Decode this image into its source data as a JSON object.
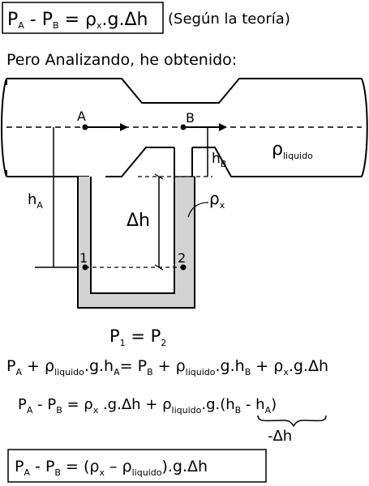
{
  "header": {
    "formula": {
      "PA": "P",
      "A": "A",
      "minus": " - ",
      "PB": "P",
      "B": "B",
      "eq": " = ",
      "rho": "ρ",
      "x": "x",
      "rest": ".g.",
      "delta": "Δh"
    },
    "note": "(Según la teoría)"
  },
  "subtitle": "Pero Analizando, he obtenido:",
  "diagram": {
    "point_a": "A",
    "point_b": "B",
    "hA": "h",
    "hA_sub": "A",
    "hB": "h",
    "hB_sub": "B",
    "rho_liquid": "ρ",
    "rho_liquid_sub": "liquido",
    "delta_h": "Δh",
    "rho_x": "ρ",
    "rho_x_sub": "x",
    "point_1": "1",
    "point_2": "2"
  },
  "equations": {
    "eq1": {
      "P": "P",
      "s1": "1",
      "eq": " = ",
      "s2": "2"
    },
    "eq2": {
      "PA": "P",
      "A": "A",
      "plus1": " + ",
      "rho1": "ρ",
      "liq1": "liquido",
      "gh1": ".g.h",
      "A2": "A",
      "eq": "= ",
      "PB": "P",
      "B": "B",
      "plus2": " + ",
      "rho2": "ρ",
      "liq2": "liquido",
      "gh2": ".g.h",
      "B2": "B",
      "plus3": "  + ",
      "rho3": "ρ",
      "x3": "x",
      "rest3": ".g.Δh"
    },
    "eq3": {
      "PA": "P",
      "A": "A",
      "minus": " - ",
      "PB": "P",
      "B": "B",
      "eq": " = ",
      "rho1": "ρ",
      "x1": "x",
      "mid": " .g.Δh + ",
      "rho2": "ρ",
      "liq2": "liquido",
      "g": ".g.",
      "paren_open": "(h",
      "hB": "B",
      "minus2": " - h",
      "hA": "A",
      "paren_close": ")",
      "under": "-Δh"
    },
    "final": {
      "PA": "P",
      "A": "A",
      "minus": " - ",
      "PB": "P",
      "B": "B",
      "eq": " = (",
      "rho1": "ρ",
      "x": "x",
      "minus2": " – ",
      "rho2": "ρ",
      "liq": "liquido",
      "rest": ").g.Δh"
    }
  },
  "colors": {
    "fluid_x": "#d3d3d3",
    "line": "#000000"
  }
}
